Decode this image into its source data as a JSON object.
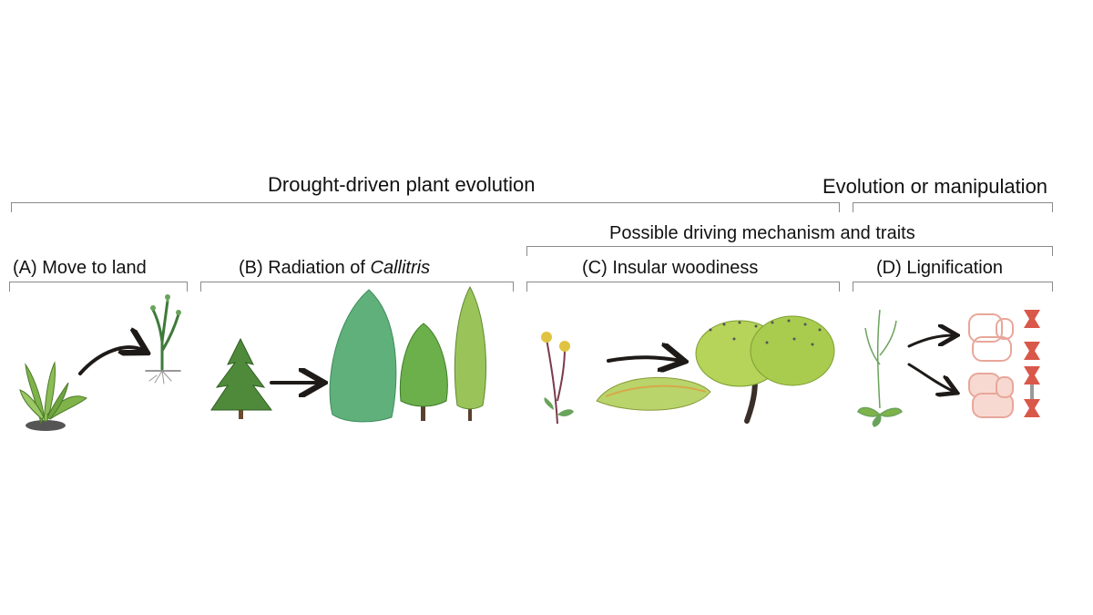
{
  "headers": {
    "drought": "Drought-driven plant evolution",
    "manipulation": "Evolution or manipulation",
    "mechanism": "Possible driving mechanism and traits"
  },
  "panels": {
    "a": "(A) Move to land",
    "b_prefix": "(B) Radiation of ",
    "b_italic": "Callitris",
    "c": "(C) Insular woodiness",
    "d": "(D) Lignification"
  },
  "colors": {
    "arrow": "#1e1a18",
    "leaf_green": "#7fb34a",
    "conifer_green": "#4f8a3a",
    "cypress_green": "#5fb07a",
    "lime": "#b6d35a",
    "cell_pink": "#e8a79a",
    "cell_red": "#d9584a"
  },
  "icons": [
    "liverwort-plant",
    "early-vascular-plant",
    "conifer-tree",
    "cypress-trees",
    "dandelion-herb",
    "leaf",
    "woody-shrub",
    "arabidopsis-plant",
    "plant-cells",
    "vessel-cells"
  ]
}
